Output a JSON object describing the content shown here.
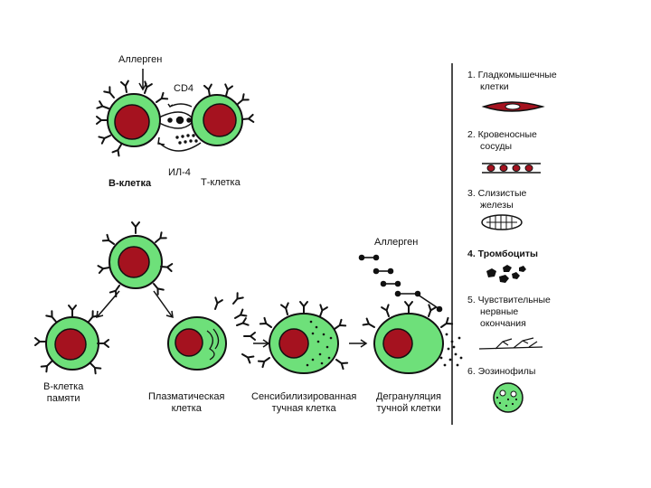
{
  "colors": {
    "cell_membrane": "#6ee07a",
    "nucleus": "#a5121f",
    "outline": "#111111",
    "background": "#ffffff"
  },
  "top_panel": {
    "allergen": "Аллерген",
    "cd4": "CD4",
    "il4": "ИЛ-4",
    "b_cell": "В-клетка",
    "t_cell": "Т-клетка"
  },
  "bottom_panel": {
    "allergen": "Аллерген",
    "memory_b_cell": [
      "В-клетка",
      "памяти"
    ],
    "plasma_cell": [
      "Плазматическая",
      "клетка"
    ],
    "sensitized_mast_cell": [
      "Сенсибилизированная",
      "тучная клетка"
    ],
    "degranulation": [
      "Дегрануляция",
      "тучной клетки"
    ]
  },
  "targets": [
    {
      "lines": [
        "1. Гладкомышечные",
        "клетки"
      ],
      "icon": "smooth-muscle-cell-icon"
    },
    {
      "lines": [
        "2. Кровеносные",
        "сосуды"
      ],
      "icon": "blood-vessel-icon"
    },
    {
      "lines": [
        "3. Слизистые",
        "железы"
      ],
      "icon": "mucous-gland-icon"
    },
    {
      "lines": [
        "4. Тромбоциты"
      ],
      "icon": "platelets-icon"
    },
    {
      "lines": [
        "5. Чувствительные",
        "нервные",
        "окончания"
      ],
      "icon": "nerve-endings-icon"
    },
    {
      "lines": [
        "6. Эозинофилы"
      ],
      "icon": "eosinophil-icon"
    }
  ]
}
